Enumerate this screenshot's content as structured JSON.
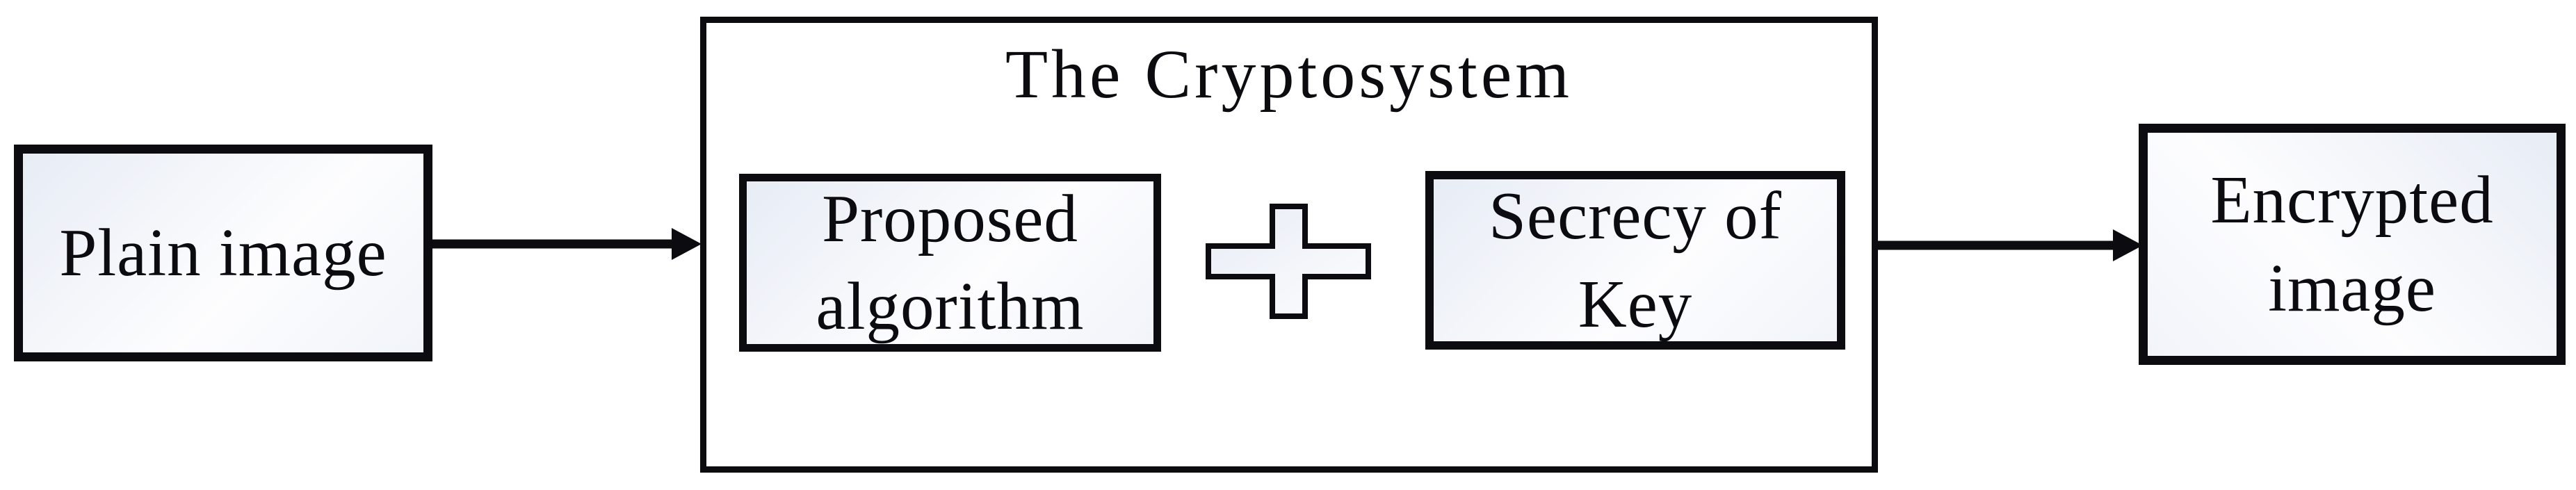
{
  "figure": {
    "type": "flow-diagram",
    "colors": {
      "ink": "#0b0b10",
      "background": "#ffffff",
      "box_fill_light": "#e7ecf5",
      "box_fill_white": "#fdfdfe"
    },
    "nodes": {
      "plain_image": {
        "label": "Plain image"
      },
      "cryptosystem": {
        "title": "The Cryptosystem"
      },
      "proposed_algorithm": {
        "label": "Proposed algorithm"
      },
      "secrecy_of_key": {
        "label": "Secrecy of Key"
      },
      "encrypted_image": {
        "label": "Encrypted image"
      }
    },
    "operator": {
      "symbol_name": "plus-icon"
    },
    "connectors": [
      {
        "from": "plain_image",
        "to": "cryptosystem",
        "style": "solid-arrow-right"
      },
      {
        "from": "cryptosystem",
        "to": "encrypted_image",
        "style": "solid-arrow-right"
      }
    ]
  }
}
